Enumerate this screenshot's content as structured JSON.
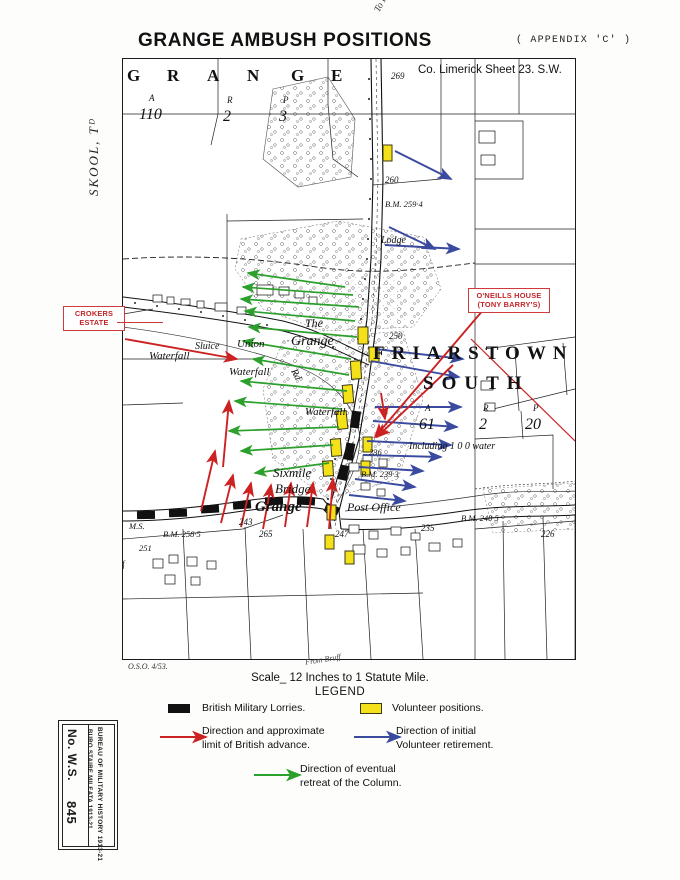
{
  "header": {
    "title": "GRANGE AMBUSH POSITIONS",
    "appendix": "( APPENDIX 'C' )",
    "sheet_reference": "Co. Limerick Sheet 23. S.W.",
    "to_limerick": "To Limerick"
  },
  "map": {
    "townland_left": "SKOOL, Tᴰ",
    "parcels": [
      {
        "name": "GRANGE",
        "acres_label": "A",
        "acres": "110",
        "roods_label": "R",
        "roods": "2",
        "perches_label": "P",
        "perches": "3"
      },
      {
        "name": "FRIARSTOWN",
        "name2": "SOUTH",
        "acres_label": "A",
        "acres": "61",
        "roods_label": "R",
        "roods": "2",
        "perches_label": "P",
        "perches": "20",
        "note": "Including 1   0    0 water"
      }
    ],
    "place_labels": [
      "The",
      "Grange",
      "Waterfall",
      "Waterfall",
      "Sluice",
      "Union",
      "Rd",
      "Sixmile",
      "Bridge",
      "Grange",
      "Post Office",
      "Lodge"
    ],
    "spot_heights": [
      "269",
      "260",
      "250",
      "243",
      "247",
      "236",
      "235",
      "226",
      "265",
      "251"
    ],
    "benchmarks": [
      "B.M. 259·4",
      "B.M. 239·3",
      "B.M. 240·5",
      "B.M. 258·5"
    ],
    "from_bruff": "From Bruff",
    "from_bruff_2": "From Bruff"
  },
  "callouts": [
    {
      "id": "crokers",
      "line1": "CROKERS",
      "line2": "ESTATE"
    },
    {
      "id": "oneills",
      "line1": "O'NEILLS HOUSE",
      "line2": "(TONY BARRY'S)"
    }
  ],
  "footer": {
    "oso": "O.S.O. 4/53.",
    "scale": "Scale_ 12 Inches to 1 Statute Mile.",
    "legend_title": "LEGEND"
  },
  "legend": {
    "items": [
      {
        "symbol": "black-bar",
        "label": "British Military Lorries."
      },
      {
        "symbol": "yellow-bar",
        "label": "Volunteer positions."
      },
      {
        "symbol": "red-arrow",
        "label_line1": "Direction and approximate",
        "label_line2": "limit of British advance."
      },
      {
        "symbol": "blue-arrow",
        "label_line1": "Direction of initial",
        "label_line2": "Volunteer retirement."
      },
      {
        "symbol": "green-arrow",
        "label_line1": "Direction of eventual",
        "label_line2": "retreat of the Column."
      }
    ]
  },
  "stamp": {
    "line1": "BUREAU OF MILITARY HISTORY 1913-21",
    "line2": "BURO STAIRE MILEATA 1913-21",
    "ws_label": "No. W.S.",
    "ws_number": "845"
  },
  "colors": {
    "red_arrow": "#cc2222",
    "blue_arrow": "#3a4a9f",
    "green_arrow": "#2ca02c",
    "volunteer_yellow": "#f4e11a",
    "lorry_black": "#111111",
    "callout_red": "#c4242a"
  }
}
